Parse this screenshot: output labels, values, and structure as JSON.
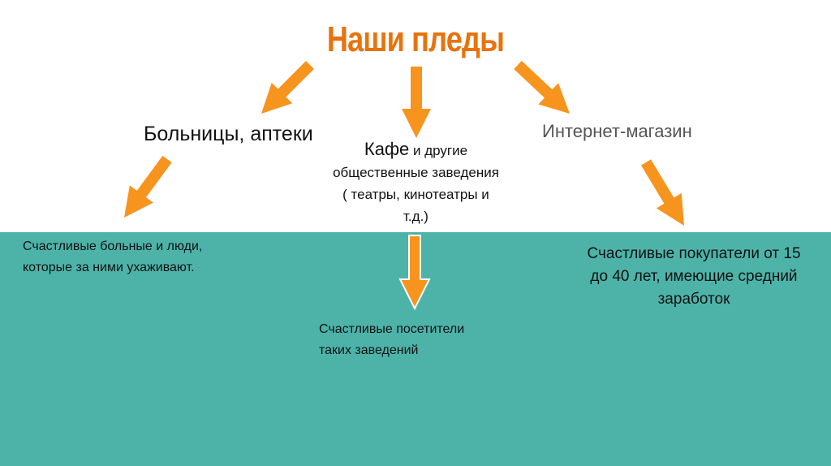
{
  "title": "Наши пледы",
  "colors": {
    "accent": "#e8730c",
    "arrow": "#f7941d",
    "band": "#4db3a9"
  },
  "nodes": {
    "hospitals": "Больницы, аптеки",
    "cafe_main": "Кафе",
    "cafe_rest": " и другие",
    "cafe_line2": "общественные заведения",
    "cafe_line3": "( театры, кинотеатры и",
    "cafe_line4": "т.д.)",
    "online": "Интернет-магазин"
  },
  "results": {
    "hospitals_l1": "Счастливые больные и люди,",
    "hospitals_l2": "которые за ними ухаживают.",
    "cafe_l1": "Счастливые посетители",
    "cafe_l2": "таких заведений",
    "online_l1": "Счастливые покупатели от 15",
    "online_l2": "до 40 лет, имеющие средний",
    "online_l3": "заработок"
  }
}
